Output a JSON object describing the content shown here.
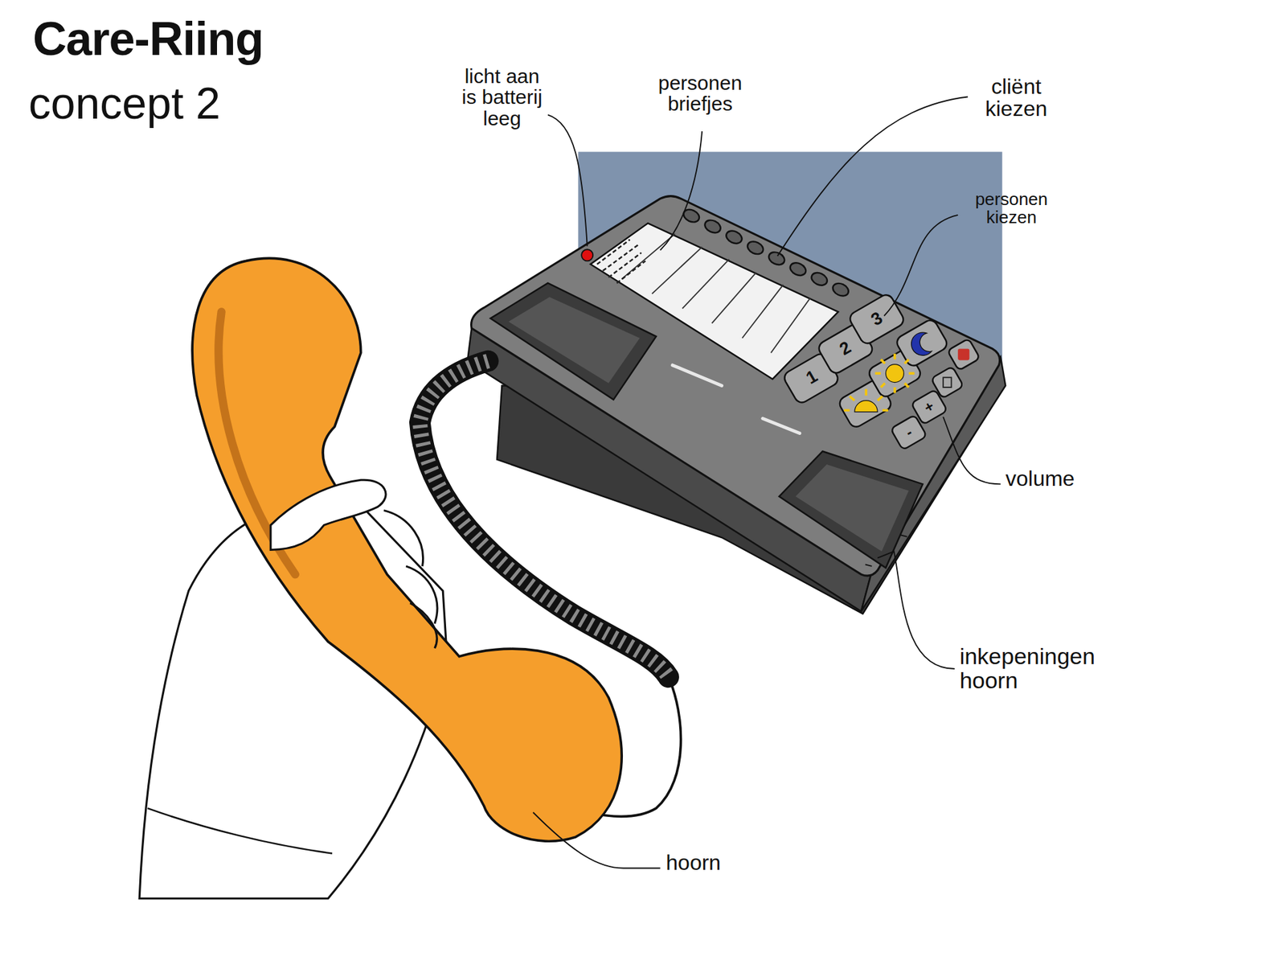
{
  "diagram": {
    "title": "Care-Riing",
    "labels": [
      "concept 2",
      "licht aan is batterij leeg",
      "personen briefjes",
      "cliënt kiezen",
      "personen kiezen",
      "volume",
      "inkepeningen hoorn",
      "hoorn",
      "1",
      "2",
      "3",
      "+",
      "-"
    ]
  }
}
